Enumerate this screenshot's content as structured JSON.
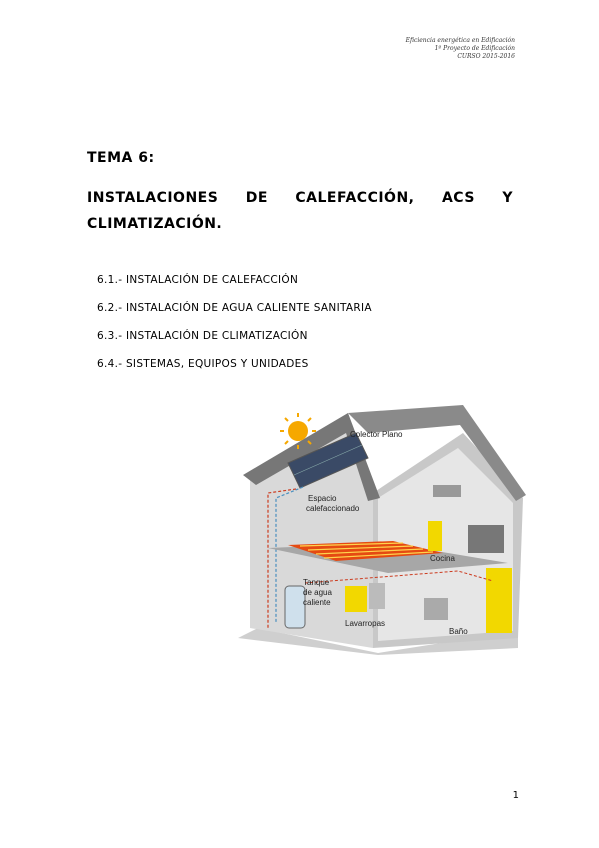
{
  "header": {
    "line1": "Eficiencia energética en Edificación",
    "line2": "1º Proyecto de Edificación",
    "line3": "CURSO 2015-2016"
  },
  "tema": "TEMA 6:",
  "title": {
    "words_line1": [
      "INSTALACIONES",
      "DE",
      "CALEFACCIÓN,",
      "ACS",
      "Y"
    ],
    "line2": "CLIMATIZACIÓN."
  },
  "toc": [
    "6.1.- INSTALACIÓN DE CALEFACCIÓN",
    "6.2.- INSTALACIÓN DE AGUA CALIENTE SANITARIA",
    "6.3.- INSTALACIÓN DE CLIMATIZACIÓN",
    "6.4.- SISTEMAS, EQUIPOS Y UNIDADES"
  ],
  "figure_labels": {
    "collector": "Colector Plano",
    "space_1": "Espacio",
    "space_2": "calefaccionado",
    "tank_1": "Tanque",
    "tank_2": "de agua",
    "tank_3": "caliente",
    "kitchen": "Cocina",
    "laundry": "Lavarropas",
    "bathroom": "Baño"
  },
  "page_number": "1"
}
